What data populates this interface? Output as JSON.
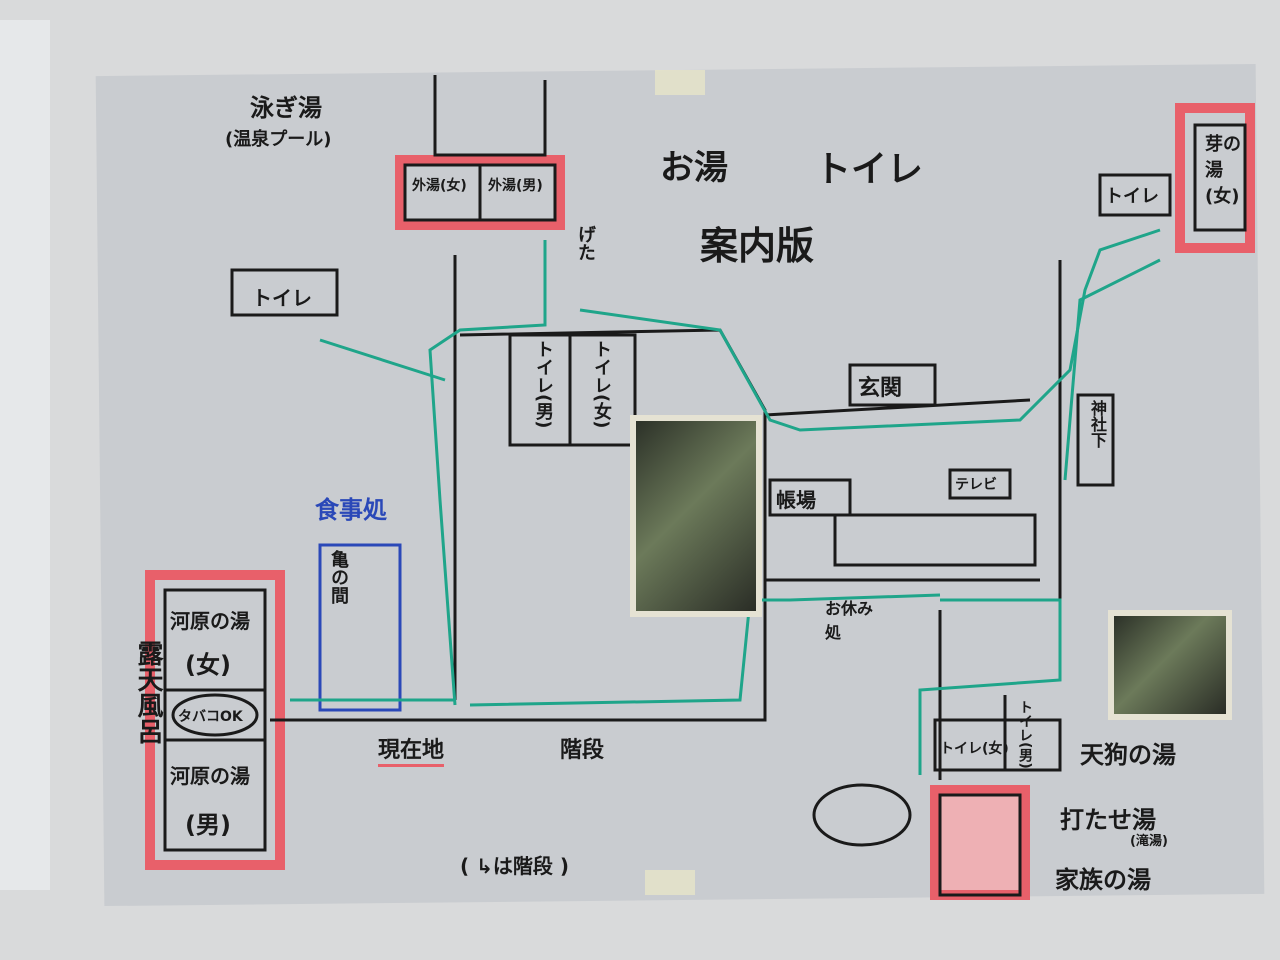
{
  "title": {
    "main": "お湯",
    "toilet": "トイレ",
    "sub": "案内版"
  },
  "rooms": {
    "oyogi_yu": "泳ぎ湯",
    "oyogi_sub": "(温泉プール)",
    "sotoyu_f": "外湯(女)",
    "sotoyu_m": "外湯(男)",
    "geta": "げた",
    "toilet_left": "トイレ",
    "toilet_m": "トイレ(男)",
    "toilet_f": "トイレ(女)",
    "genkan": "玄関",
    "choba": "帳場",
    "tv": "テレビ",
    "jinja": "神社下",
    "toilet_right": "トイレ",
    "me_no_yu": "芽の湯(女)",
    "shokuji": "食事処",
    "kame": "亀の間",
    "kawara_f": "河原の湯",
    "kawara_f_sub": "(女)",
    "tabako": "タバコOK",
    "kawara_m": "河原の湯",
    "kawara_m_sub": "(男)",
    "rotenburo": "露天風呂",
    "genzaichi": "現在地",
    "kaidan": "階段",
    "oyasumi": "お休み処",
    "toilet_f2": "トイレ(女)",
    "toilet_m2": "トイレ(男)",
    "tengu": "天狗の湯",
    "utase": "打たせ湯",
    "utase_sub": "(滝湯)",
    "kazoku": "家族の湯"
  },
  "legend": "( ↳は階段 )",
  "colors": {
    "ink": "#1a1a1a",
    "red": "#e8606a",
    "green": "#1fa58a",
    "blue": "#2a48b8"
  }
}
